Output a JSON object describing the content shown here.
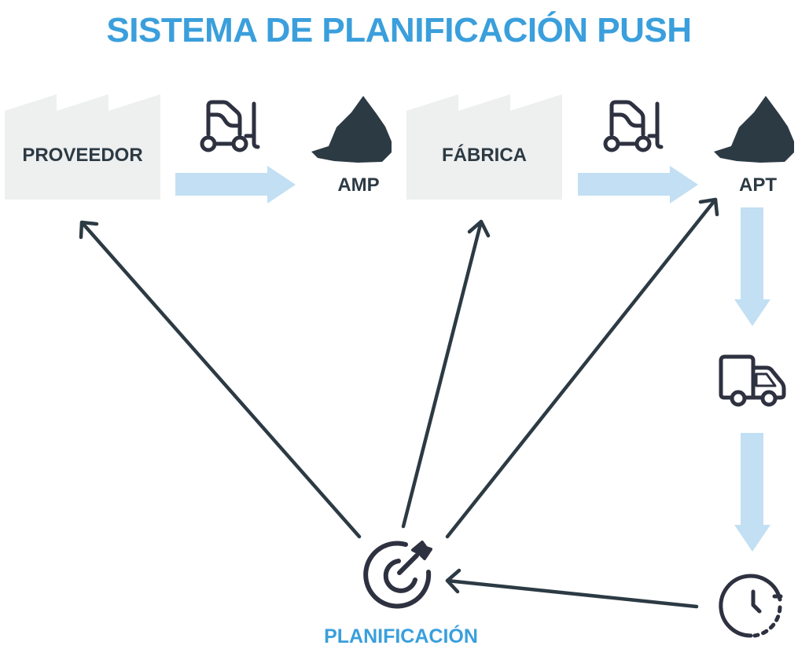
{
  "title": "SISTEMA DE PLANIFICACIÓN PUSH",
  "colors": {
    "title": "#3a9fdc",
    "dark": "#2c3a44",
    "icon_stroke": "#2e3140",
    "flow_arrow": "#c2dff3",
    "factory_fill": "#eeefef",
    "planning_label": "#3a9fdc"
  },
  "nodes": {
    "proveedor": {
      "label": "PROVEEDOR",
      "icon": "factory-shape"
    },
    "amp": {
      "label": "AMP",
      "icon": "pile-icon"
    },
    "fabrica": {
      "label": "FÁBRICA",
      "icon": "factory-shape"
    },
    "apt": {
      "label": "APT",
      "icon": "pile-icon"
    },
    "transport": {
      "icon": "truck-icon"
    },
    "time": {
      "icon": "clock-icon"
    },
    "planning": {
      "label": "PLANIFICACIÓN",
      "icon": "target-icon"
    }
  },
  "flows": [
    {
      "from": "proveedor",
      "to": "amp",
      "icon": "forklift-icon",
      "type": "material-flow"
    },
    {
      "from": "fabrica",
      "to": "apt",
      "icon": "forklift-icon",
      "type": "material-flow"
    },
    {
      "from": "apt",
      "to": "transport",
      "type": "material-flow"
    },
    {
      "from": "transport",
      "to": "time",
      "type": "material-flow"
    }
  ],
  "info_arrows": [
    {
      "from": "planning",
      "to": "proveedor"
    },
    {
      "from": "planning",
      "to": "fabrica"
    },
    {
      "from": "planning",
      "to": "apt"
    },
    {
      "from": "time",
      "to": "planning"
    }
  ]
}
